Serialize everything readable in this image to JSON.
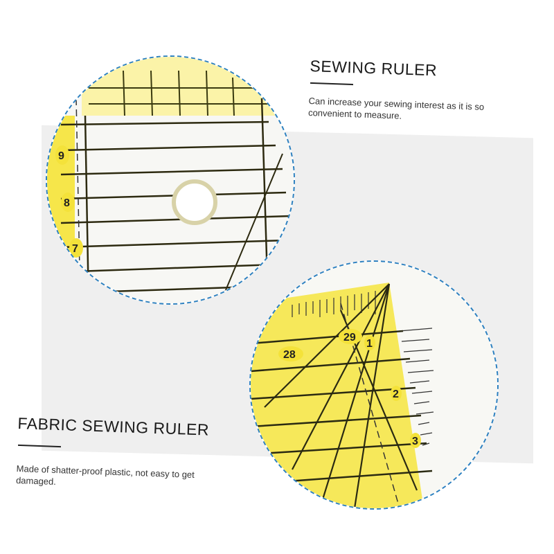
{
  "top_feature": {
    "title": "SEWING RULER",
    "description": "Can increase your sewing interest as it is so convenient to measure."
  },
  "bottom_feature": {
    "title": "FABRIC SEWING RULER",
    "description": "Made of shatter-proof plastic, not easy to get damaged."
  },
  "ruler_top": {
    "numbers": [
      "9",
      "8",
      "7"
    ]
  },
  "ruler_bottom": {
    "numbers": [
      "28",
      "29",
      "1",
      "2",
      "3"
    ]
  },
  "colors": {
    "ruler_yellow": "#f4e23a",
    "ruler_line": "#2a2a1a",
    "dashed_border": "#2a7fc0",
    "background_panel": "#efefef"
  }
}
